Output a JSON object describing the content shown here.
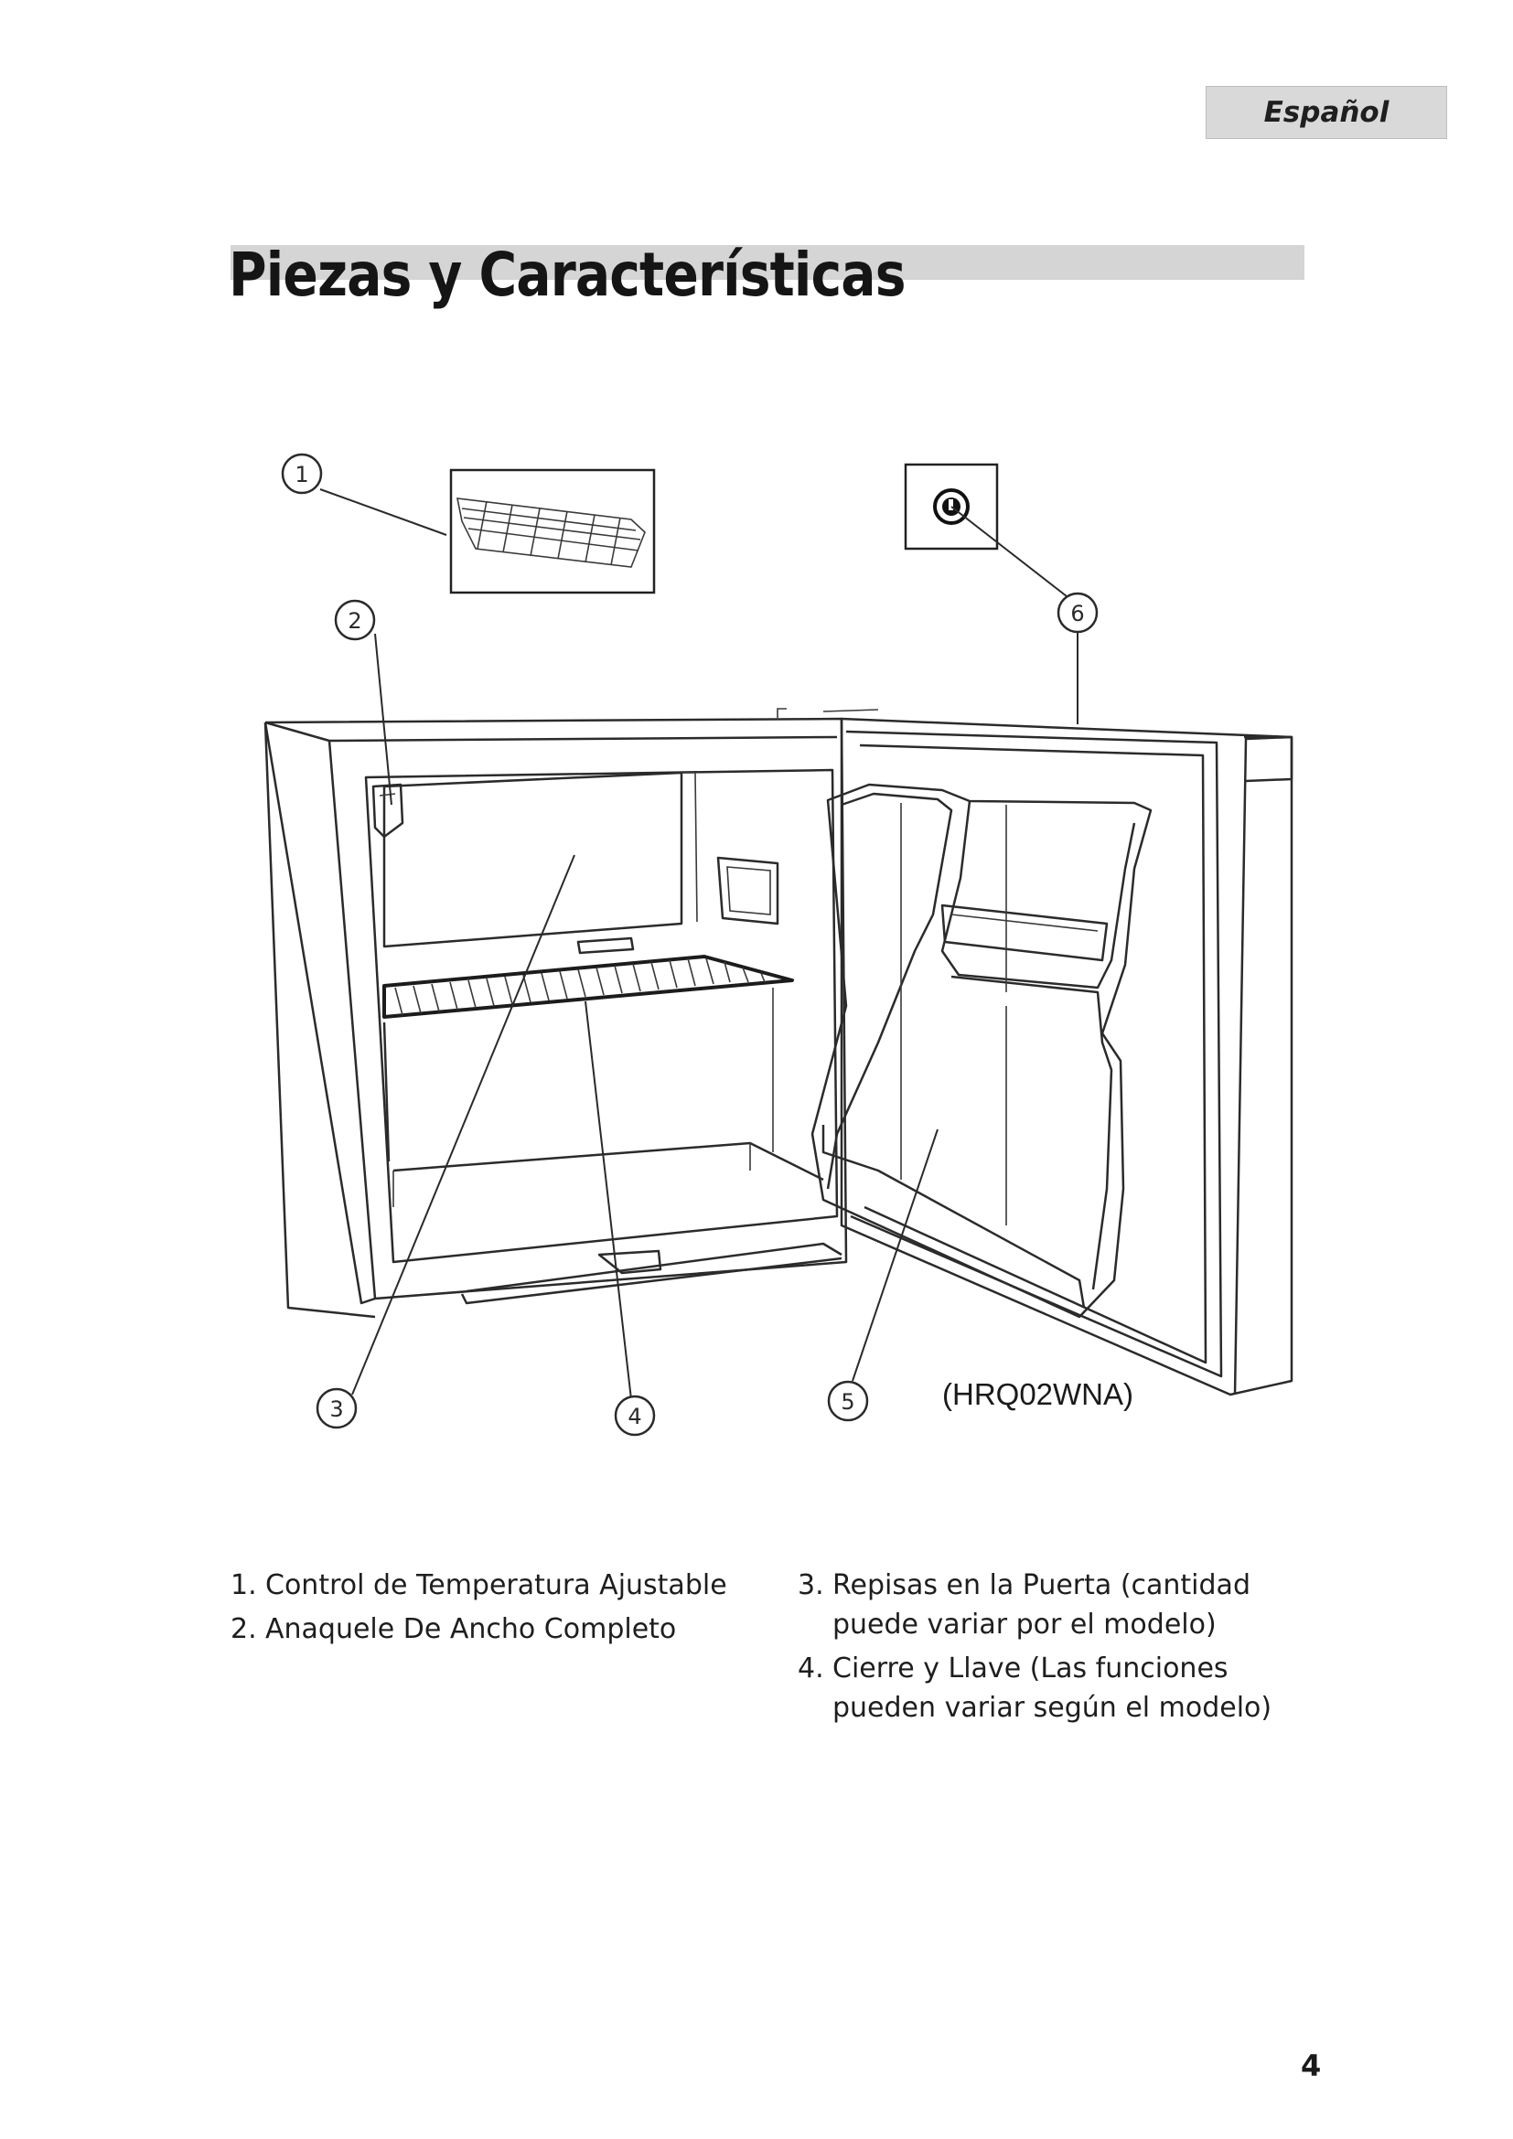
{
  "language_tab": "Español",
  "title": "Piezas y Características",
  "model_label": "(HRQ02WNA)",
  "callouts": [
    "1",
    "2",
    "3",
    "4",
    "5",
    "6"
  ],
  "parts_left": [
    {
      "num": "1.",
      "text": "Control de Temperatura Ajustable"
    },
    {
      "num": "2.",
      "text": "Anaquele De Ancho Completo"
    }
  ],
  "parts_right": [
    {
      "num": "3.",
      "text": "Repisas en la Puerta (cantidad puede variar por el modelo)"
    },
    {
      "num": "4.",
      "text": "Cierre y Llave (Las funciones pueden variar según el modelo)"
    }
  ],
  "page_number": "4"
}
